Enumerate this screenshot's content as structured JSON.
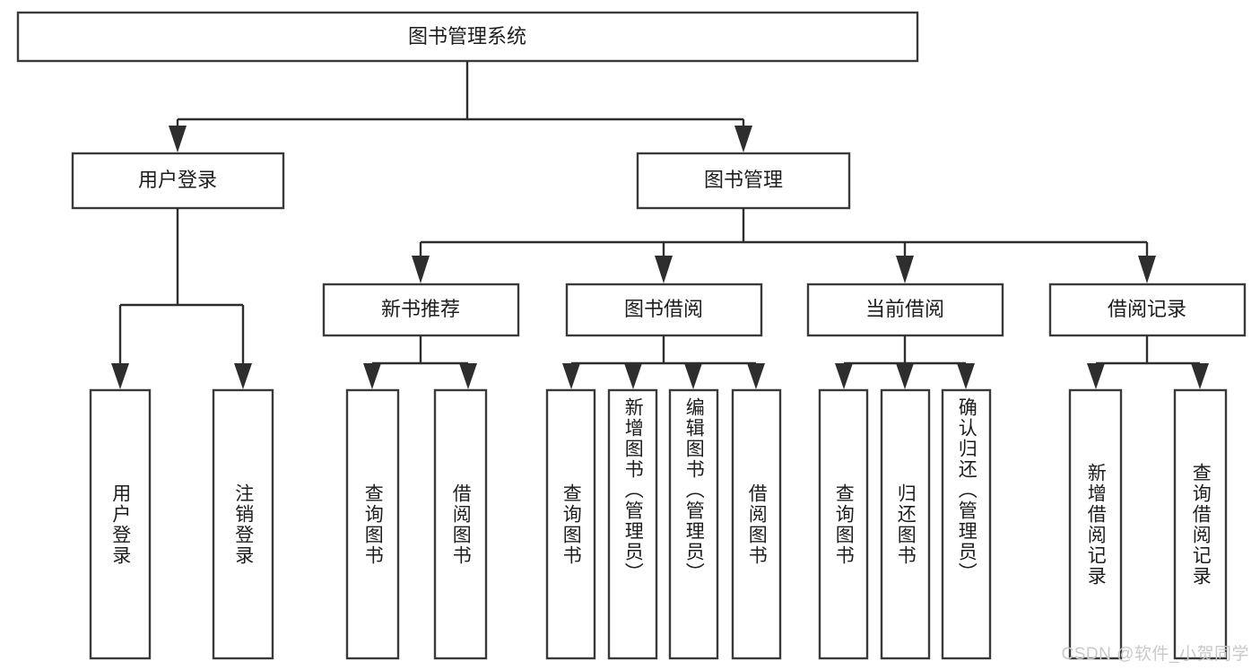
{
  "diagram": {
    "type": "tree-hierarchy-chart",
    "title": "图书管理系统",
    "watermark": "CSDN @软件_小贺同学",
    "colors": {
      "background": "#ffffff",
      "box_border": "#3a3a3a",
      "connector": "#2e2e2e",
      "text": "#1d1d1d",
      "watermark": "#c9c9c9"
    },
    "root": {
      "label": "图书管理系统"
    },
    "level2": [
      {
        "label": "用户登录"
      },
      {
        "label": "图书管理"
      }
    ],
    "level3": [
      {
        "label": "新书推荐"
      },
      {
        "label": "图书借阅"
      },
      {
        "label": "当前借阅"
      },
      {
        "label": "借阅记录"
      }
    ],
    "leaves": {
      "user_login": [
        {
          "label": "用户登录"
        },
        {
          "label": "注销登录"
        }
      ],
      "new_book_recommend": [
        {
          "label": "查询图书"
        },
        {
          "label": "借阅图书"
        }
      ],
      "book_borrow": [
        {
          "label": "查询图书"
        },
        {
          "label": "新增图书（管理员）"
        },
        {
          "label": "编辑图书（管理员）"
        },
        {
          "label": "借阅图书"
        }
      ],
      "current_borrow": [
        {
          "label": "查询图书"
        },
        {
          "label": "归还图书"
        },
        {
          "label": "确认归还（管理员）"
        }
      ],
      "borrow_record": [
        {
          "label": "新增借阅记录"
        },
        {
          "label": "查询借阅记录"
        }
      ]
    }
  }
}
